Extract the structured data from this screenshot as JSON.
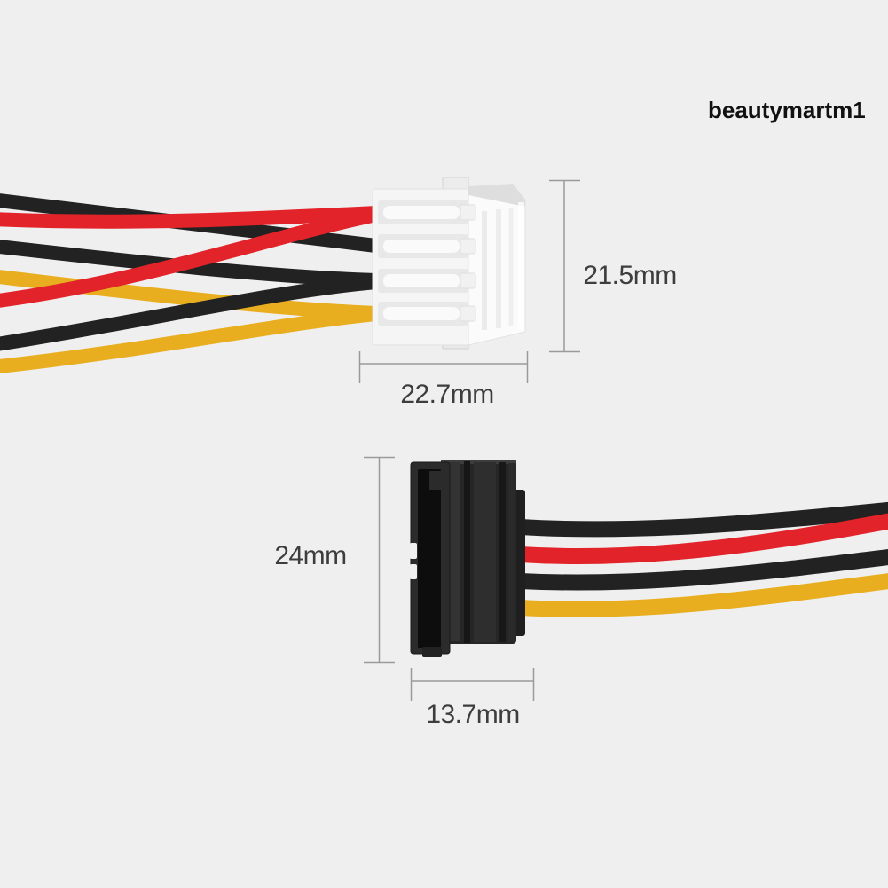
{
  "watermark": "beautymartm1",
  "measurements": {
    "top_height": "21.5mm",
    "top_width": "22.7mm",
    "bottom_height": "24mm",
    "bottom_width": "13.7mm"
  },
  "colors": {
    "background": "#efefef",
    "wire_red": "#e2232a",
    "wire_black": "#222222",
    "wire_yellow": "#e9ae1f",
    "dimension_line": "#9a9a9a",
    "dimension_text": "#3d3d3d",
    "watermark_text": "#111111",
    "molex_body": "#f5f5f5",
    "sata_body": "#262626"
  }
}
